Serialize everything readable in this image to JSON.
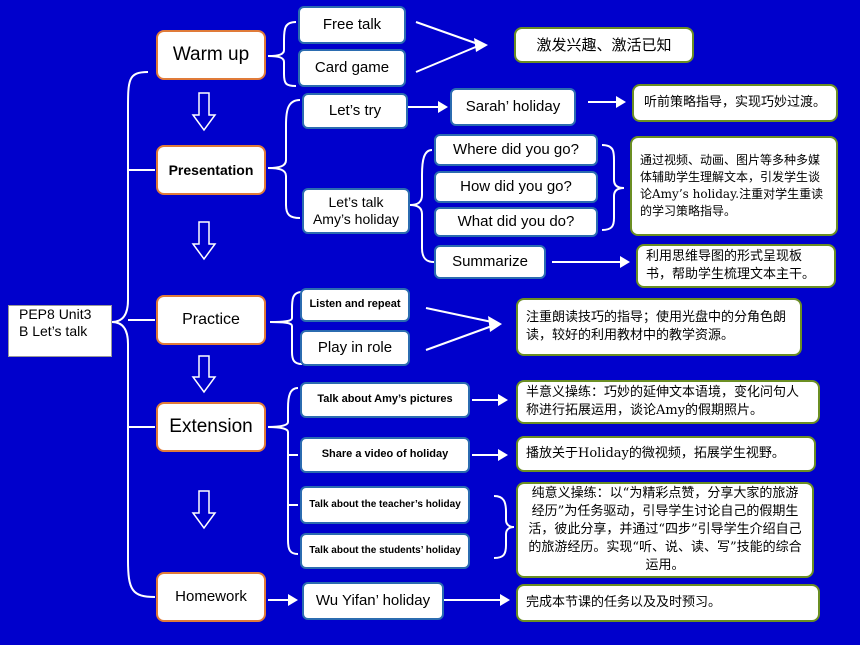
{
  "root": {
    "line1": "PEP8 Unit3",
    "line2": "B Let’s talk"
  },
  "stages": {
    "warmup": "Warm up",
    "presentation": "Presentation",
    "practice": "Practice",
    "extension": "Extension",
    "homework": "Homework"
  },
  "warmup": {
    "items": [
      "Free talk",
      "Card game"
    ],
    "note": "激发兴趣、激活已知"
  },
  "presentation": {
    "letstry": "Let’s try",
    "sarah": "Sarah’ holiday",
    "sarah_note": "听前策略指导，实现巧妙过渡。",
    "letstalk_line1": "Let’s  talk",
    "letstalk_line2": "Amy’s holiday",
    "questions": [
      "Where did you go?",
      "How did you go?",
      "What did you do?"
    ],
    "questions_note": "通过视频、动画、图片等多种多媒体辅助学生理解文本，引发学生谈论Amy’s holiday.注重对学生重读的学习策略指导。",
    "summarize": "Summarize",
    "summarize_note": "利用思维导图的形式呈现板书，帮助学生梳理文本主干。"
  },
  "practice": {
    "items": [
      "Listen and repeat",
      "Play in role"
    ],
    "note": "注重朗读技巧的指导；使用光盘中的分角色朗读，较好的利用教材中的教学资源。"
  },
  "extension": {
    "items": [
      {
        "label": "Talk about Amy’s pictures",
        "note": "半意义操练：巧妙的延伸文本语境，变化问句人称进行拓展运用，谈论Amy的假期照片。"
      },
      {
        "label": "Share a video of holiday",
        "note": "播放关于Holiday的微视频，拓展学生视野。"
      }
    ],
    "teacher": "Talk about the teacher’s holiday",
    "students": "Talk about the students’ holiday",
    "combined_note": "纯意义操练：以“为精彩点赞，分享大家的旅游经历”为任务驱动，引导学生讨论自己的假期生活，彼此分享，并通过“四步”引导学生介绍自己的旅游经历。实现“听、说、读、写”技能的综合运用。"
  },
  "homework": {
    "item": "Wu Yifan’ holiday",
    "note": "完成本节课的任务以及及时预习。"
  }
}
